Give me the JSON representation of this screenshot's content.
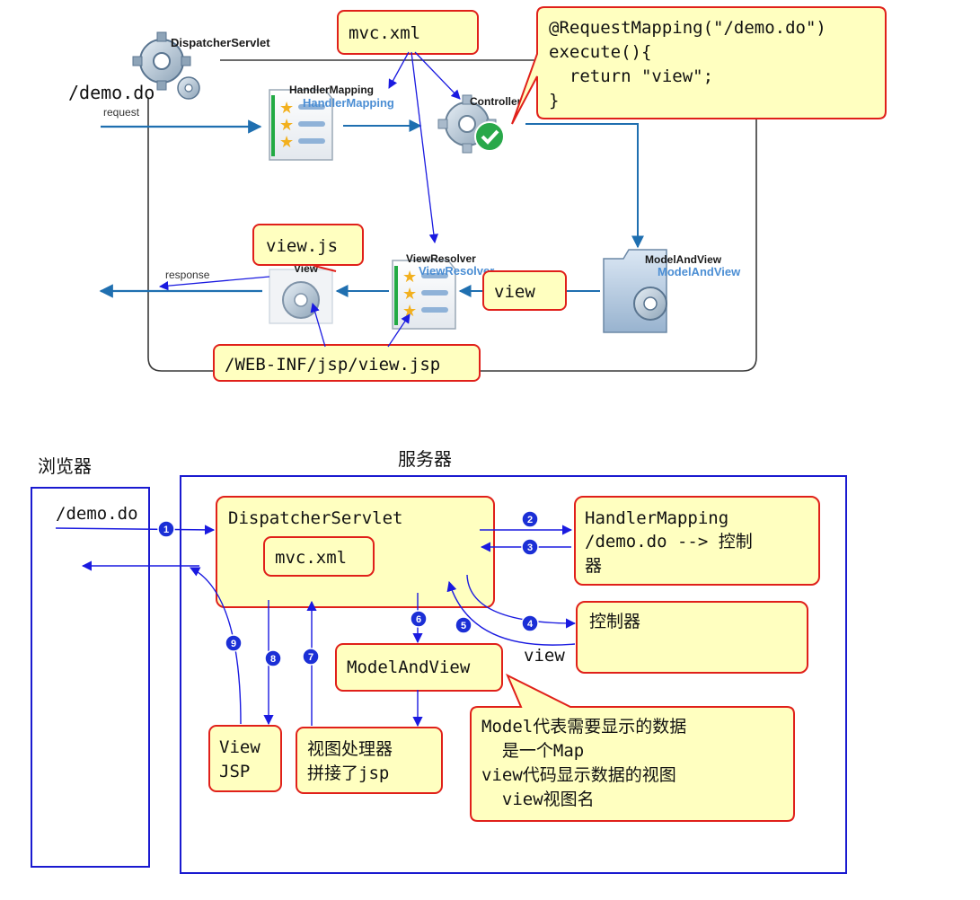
{
  "top": {
    "dispatcher_title": "DispatcherServlet",
    "request_url": "/demo.do",
    "request_label": "request",
    "response_label": "response",
    "handler_mapping_title": "HandlerMapping",
    "handler_mapping_subtitle": "HandlerMapping",
    "controller_title": "Controller",
    "view_resolver_title": "ViewResolver",
    "view_resolver_subtitle": "ViewResolver",
    "model_and_view_title": "ModelAndView",
    "model_and_view_subtitle": "ModelAndView",
    "view_title": "View",
    "callout_mvc_xml": "mvc.xml",
    "callout_code": [
      "@RequestMapping(\"/demo.do\")",
      "execute(){",
      "  return \"view\";",
      "}"
    ],
    "callout_view_js": "view.js",
    "callout_view": "view",
    "callout_jsp_path": "/WEB-INF/jsp/view.jsp"
  },
  "bottom": {
    "browser_label": "浏览器",
    "server_label": "服务器",
    "request_url": "/demo.do",
    "dispatcher": "DispatcherServlet",
    "mvc_xml": "mvc.xml",
    "handler_mapping_lines": [
      "HandlerMapping",
      "/demo.do --> 控制",
      "器"
    ],
    "controller": "控制器",
    "view_return": "view",
    "model_and_view": "ModelAndView",
    "view_jsp_lines": [
      "View",
      "JSP"
    ],
    "view_processor_lines": [
      "视图处理器",
      "拼接了jsp"
    ],
    "note_lines": [
      "Model代表需要显示的数据",
      "  是一个Map",
      "view代码显示数据的视图",
      "  view视图名"
    ],
    "step_numbers": [
      "1",
      "2",
      "3",
      "4",
      "5",
      "6",
      "7",
      "8",
      "9"
    ]
  },
  "colors": {
    "callout_fill": "#ffffc0",
    "callout_border": "#e0201a",
    "arrow_blue": "#1a1ae0",
    "flow_blue": "#1f6fb0",
    "box_blue": "#1a1ad0",
    "badge_blue": "#1b2fd6"
  }
}
